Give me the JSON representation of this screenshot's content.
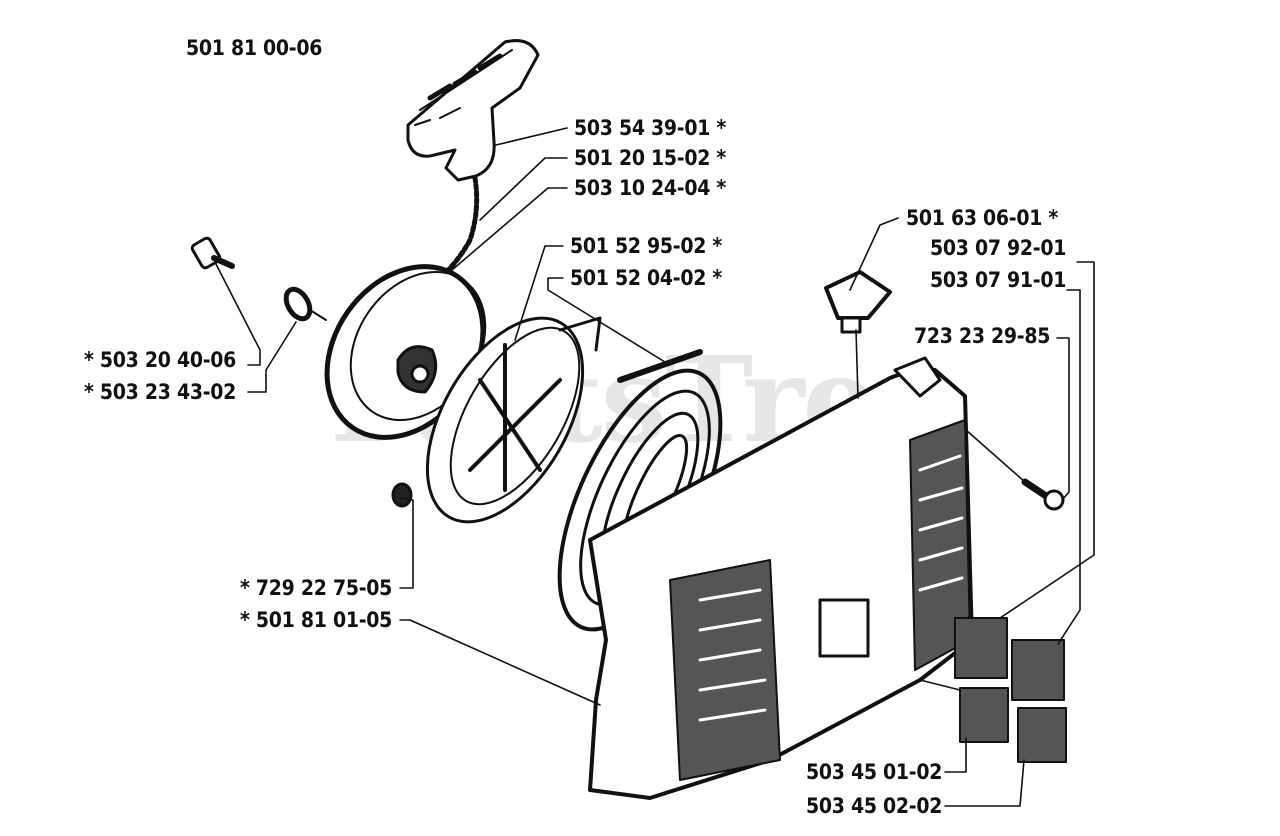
{
  "assembly_number": "501 81 00-06",
  "watermark": "PartsTree",
  "part_labels": [
    "503 54 39-01  *",
    "501 20 15-02  *",
    "503 10 24-04  *",
    "501 52 95-02  *",
    "501 52 04-02  *",
    "501 63 06-01  *",
    "503 07 92-01",
    "503 07 91-01",
    "723 23 29-85",
    "*  503 20 40-06",
    "*  503 23 43-02",
    "*  729 22 75-05",
    "*  501 81 01-05",
    "503 45 01-02",
    "503 45 02-02"
  ]
}
